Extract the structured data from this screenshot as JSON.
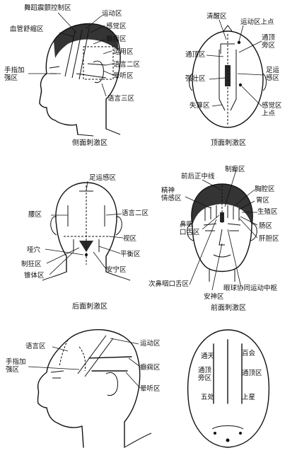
{
  "panels": {
    "side": {
      "caption": "侧面刺激区",
      "labels": {
        "wudao": "舞蹈震颤控制区",
        "xueguan": "血管舒缩区",
        "yundong": "运动区",
        "ganjue": "感觉区",
        "diankuang": "癫痫区",
        "yunyong": "运用区",
        "yuyan2": "语言二区",
        "yunting": "晕听区",
        "shouzhi": "手指加\n强区",
        "yuyan3": "语言三区"
      }
    },
    "top": {
      "caption": "顶面刺激区",
      "labels": {
        "qingxing": "清醒区",
        "yundong_up": "运动区上点",
        "tongding_pang": "通顶\n旁区",
        "tongding": "通顶区",
        "qiangzhuang": "强壮区",
        "zuyungan": "足运\n感区",
        "shisuan": "失算区",
        "ganjue_up": "感觉区\n上点"
      }
    },
    "back": {
      "caption": "后面刺激区",
      "labels": {
        "zuyungan": "足运感区",
        "yao": "腰区",
        "yuyan2": "语言二区",
        "shi": "视区",
        "yaxue": "哑穴",
        "pingheng": "平衡区",
        "zhikuang": "制狂区",
        "anning": "安宁区",
        "zhuiti": "锥体区"
      }
    },
    "front": {
      "caption": "前面刺激区",
      "labels": {
        "zhidian": "制癫区",
        "qianhou": "前后正中线",
        "jingshen": "精神\n情感区",
        "xiongqiang": "胸腔区",
        "wei": "胃区",
        "shengzhi": "生殖区",
        "biyan": "鼻咽\n口舌区",
        "chang": "肠区",
        "gandan": "肝胆区",
        "cibi": "次鼻咽口舌区",
        "anshen": "安神区",
        "yanqiu": "眼球协同运动中枢"
      }
    },
    "side2": {
      "labels": {
        "yuyan": "语言区",
        "yundong": "运动区",
        "shouzhi": "手指加\n强区",
        "diankuang": "癫痫区",
        "yunting": "晕听区"
      }
    },
    "top2": {
      "labels": {
        "tongtian": "通天",
        "baihui": "百会",
        "tongding_pang": "通顶\n旁区",
        "tongding": "通顶区",
        "wuchu": "五处",
        "shangxing": "上星"
      }
    }
  }
}
